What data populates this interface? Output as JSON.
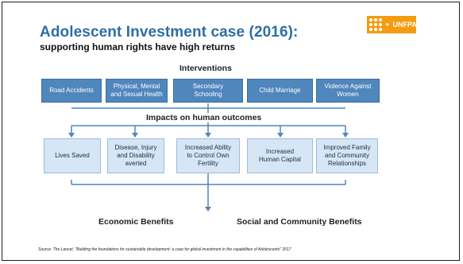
{
  "title": "Adolescent Investment case (2016):",
  "subtitle": "supporting human rights have high returns",
  "logo_text": "UNFPA",
  "interventions_label": "Interventions",
  "interventions": [
    "Road Accidents",
    "Physical, Mental\nand Sexual Health",
    "Secondary\nSchooling",
    "Child Marriage",
    "Violence Against\nWomen"
  ],
  "impacts_label": "Impacts on human outcomes",
  "outcomes": [
    "Lives Saved",
    "Disease, Injury\nand Disability\naverted",
    "Increased Ability\nto Control Own\nFertility",
    "Increased\nHuman Capital",
    "Improved Family\nand Community\nRelationships"
  ],
  "economic_benefits": "Economic Benefits",
  "social_benefits": "Social and Community Benefits",
  "source": "Source: The Lancet, \"Building the foundations for sustainable development: a case for global investment in the capabilities of Adolescents\" 2017",
  "colors": {
    "title": "#2e6ea6",
    "intervention_box": "#4f86bc",
    "outcome_box": "#d6e6f5",
    "logo": "#f39c12",
    "connector": "#4f86bc"
  }
}
